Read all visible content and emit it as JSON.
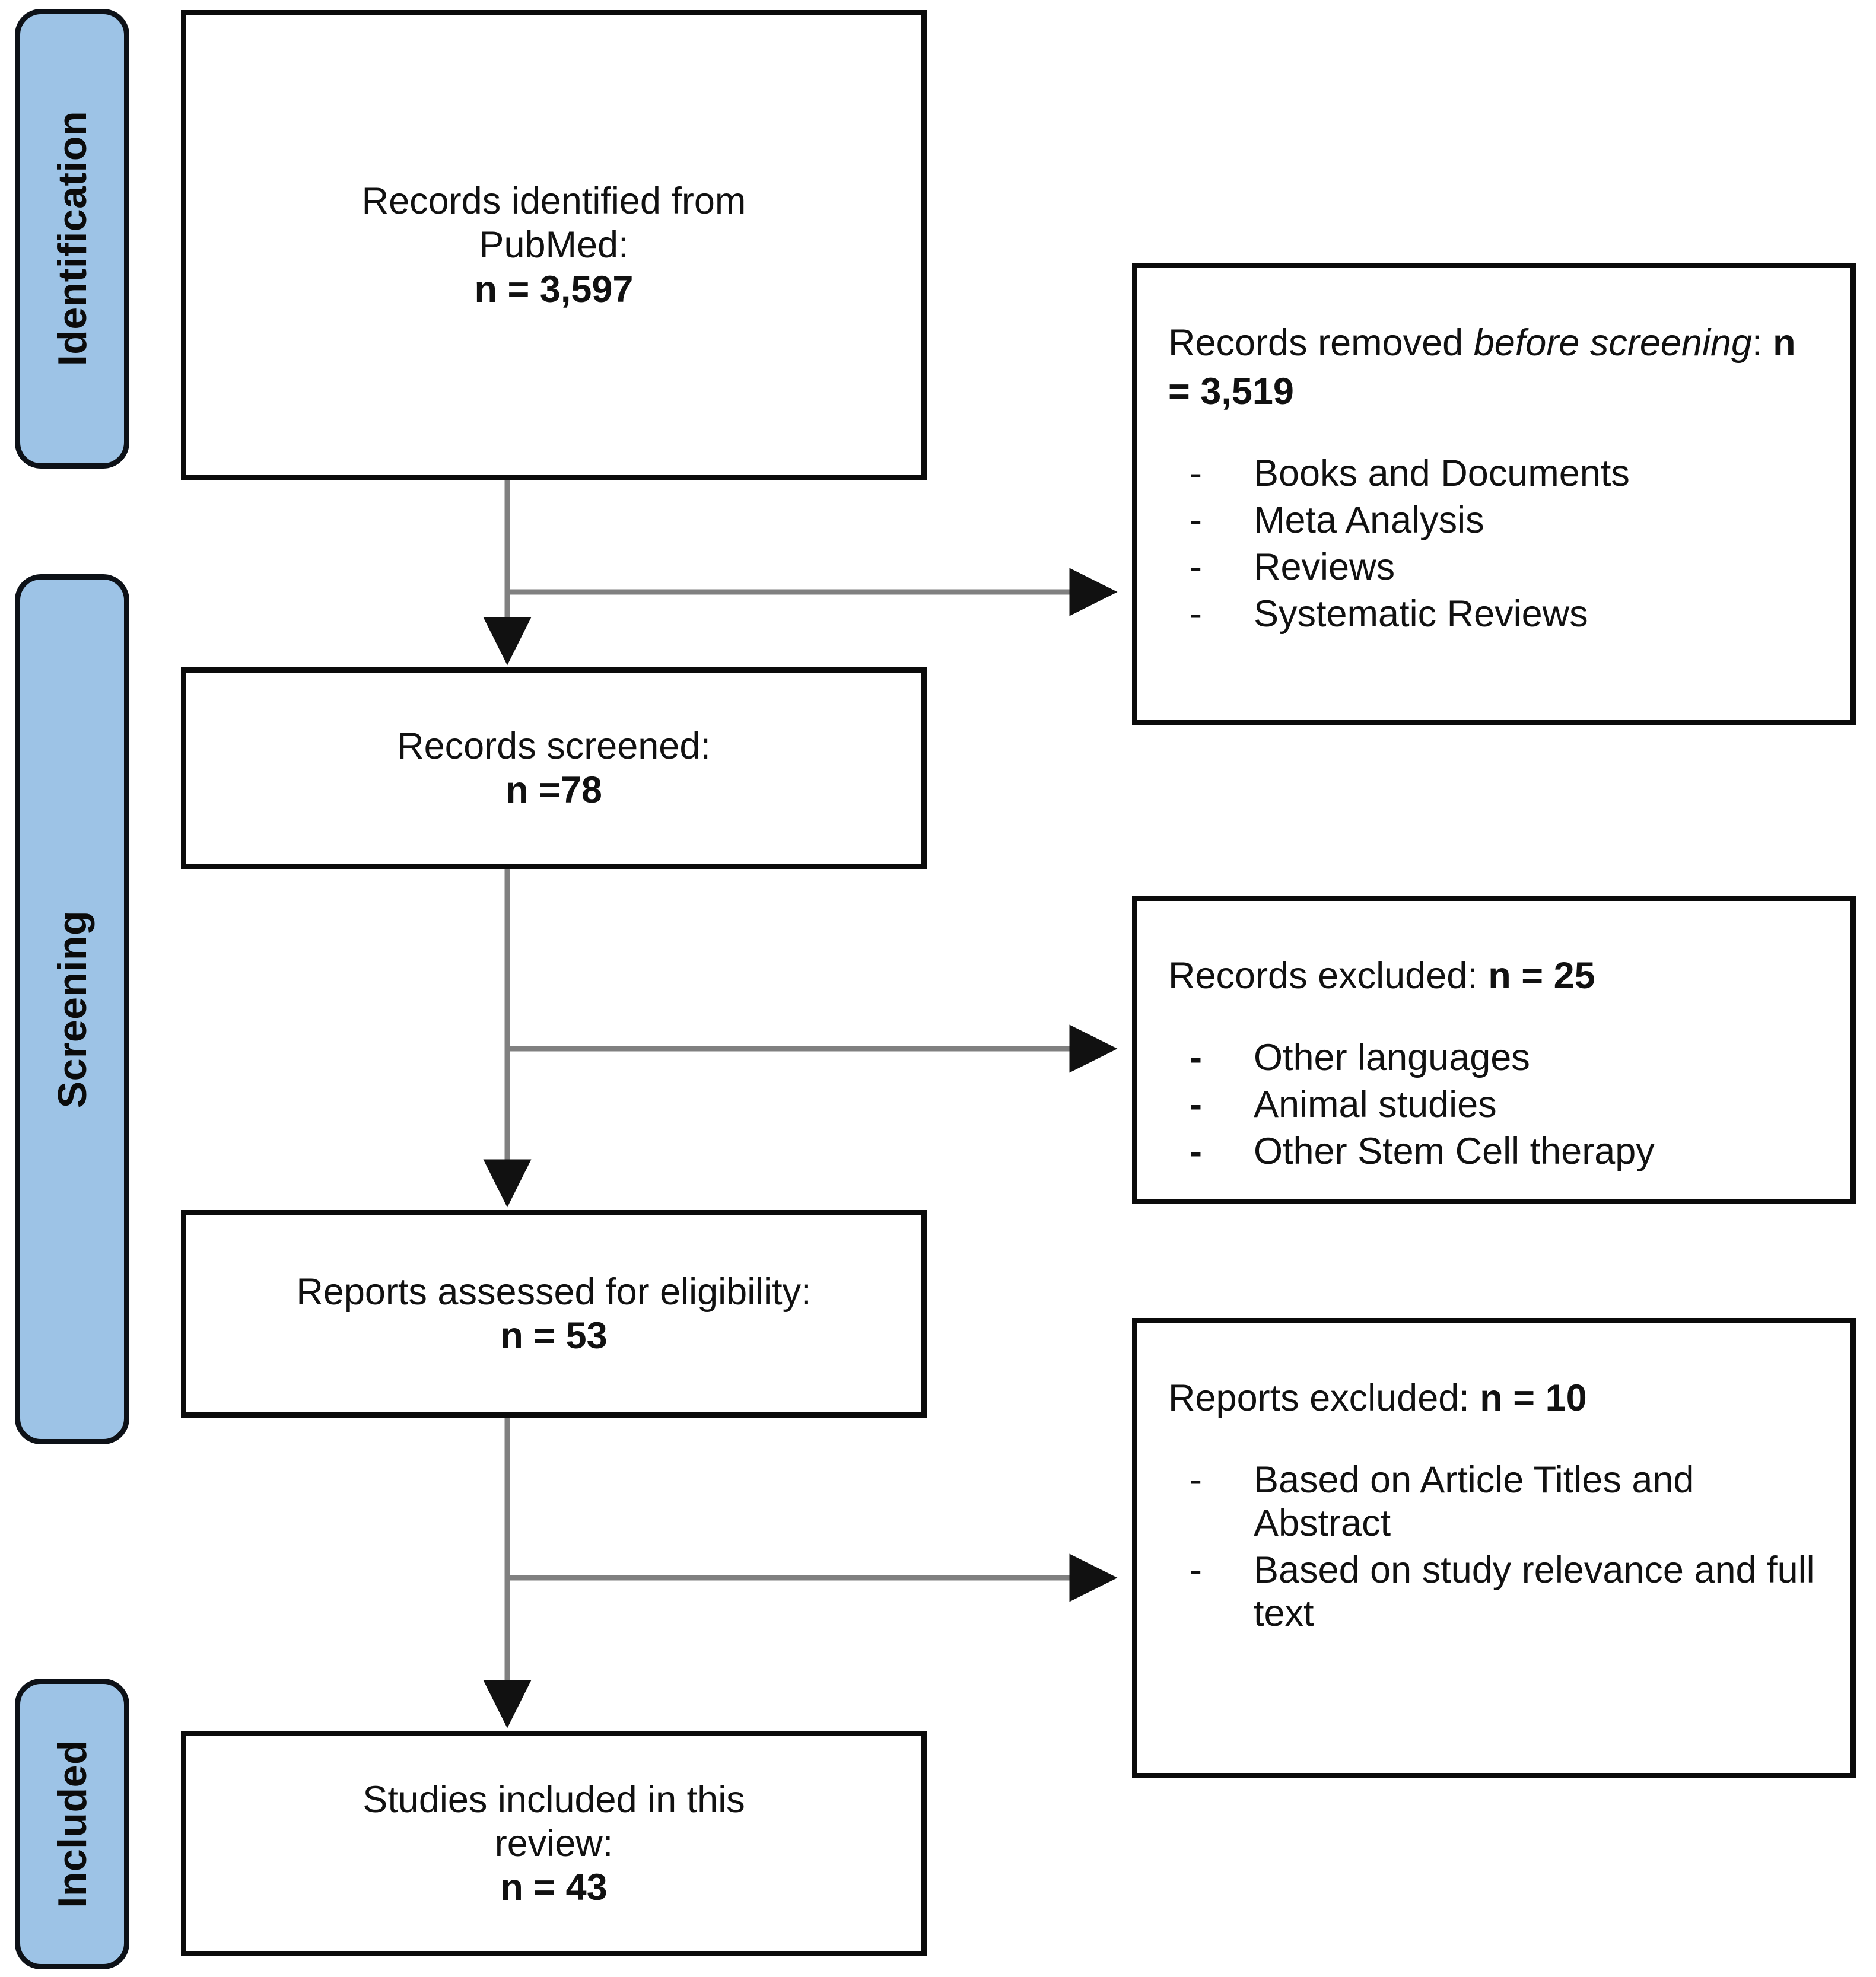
{
  "diagram": {
    "title": "PRISMA flow diagram",
    "colors": {
      "phase_bar_fill": "#9DC3E6",
      "phase_bar_border": "#0d1117",
      "box_border": "#0b0b0b",
      "box_fill": "#ffffff",
      "connector": "#808080",
      "text": "#111111"
    }
  },
  "phases": [
    {
      "id": "identification",
      "label": "Identification"
    },
    {
      "id": "screening",
      "label": "Screening"
    },
    {
      "id": "included",
      "label": "Included"
    }
  ],
  "flow_boxes": [
    {
      "id": "records-identified",
      "line1": "Records identified from",
      "line2": "PubMed:",
      "count_line": "n = 3,597"
    },
    {
      "id": "records-screened",
      "line1": "Records screened:",
      "count_line": "n =78"
    },
    {
      "id": "reports-assessed",
      "line1": "Reports assessed for eligibility:",
      "count_line": "n = 53"
    },
    {
      "id": "studies-included",
      "line1": "Studies included in this",
      "line2": "review:",
      "count_line": "n = 43"
    }
  ],
  "exclusion_boxes": [
    {
      "id": "records-removed-before-screening",
      "head_plain_1": "Records removed ",
      "head_italic": "before screening",
      "head_plain_2": ":",
      "head_count": "n = 3,519",
      "bullet_marker": "-",
      "bullet_bold": false,
      "items": [
        "Books and Documents",
        "Meta Analysis",
        "Reviews",
        "Systematic Reviews"
      ]
    },
    {
      "id": "records-excluded",
      "head_plain_1": "Records excluded: ",
      "head_italic": "",
      "head_plain_2": "",
      "head_count": "n = 25",
      "bullet_marker": "-",
      "bullet_bold": true,
      "items": [
        "Other languages",
        "Animal studies",
        "Other Stem Cell therapy"
      ]
    },
    {
      "id": "reports-excluded",
      "head_plain_1": "Reports excluded: ",
      "head_italic": "",
      "head_plain_2": "",
      "head_count": "n = 10",
      "bullet_marker": "-",
      "bullet_bold": false,
      "items": [
        "Based on Article Titles and Abstract",
        "Based on study relevance and full text"
      ]
    }
  ]
}
